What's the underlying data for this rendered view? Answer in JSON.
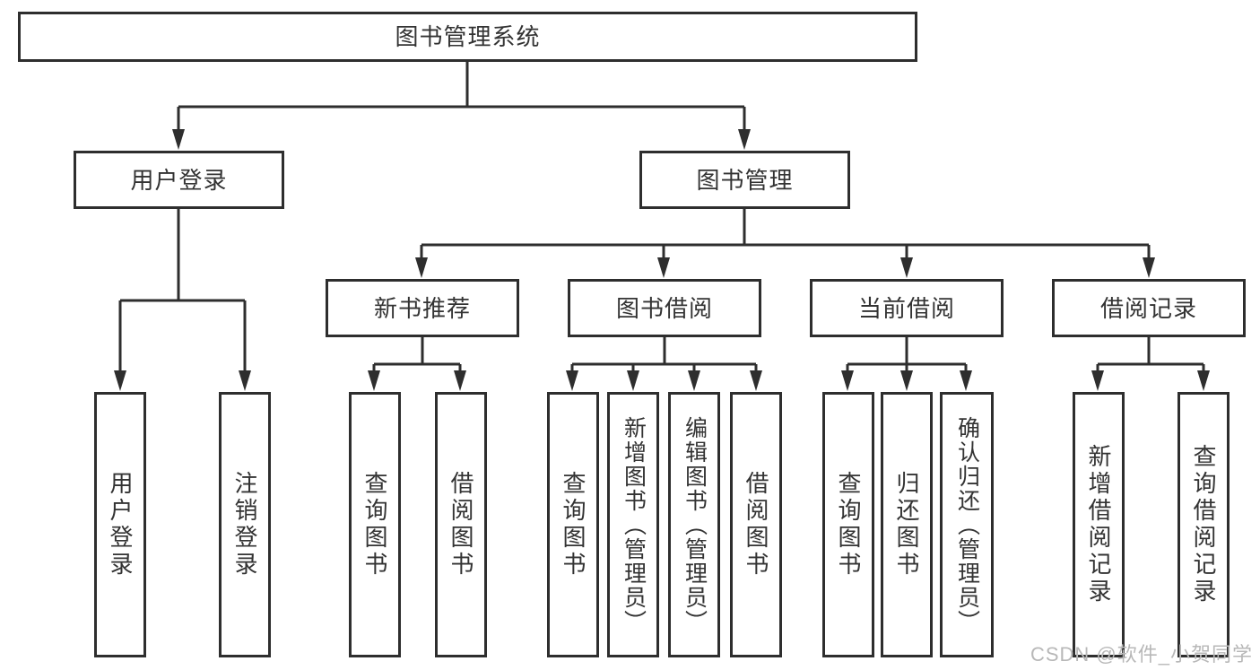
{
  "nodes": {
    "root": {
      "label": "图书管理系统"
    },
    "level2": [
      {
        "label": "用户登录"
      },
      {
        "label": "图书管理"
      }
    ],
    "level3": [
      {
        "label": "新书推荐"
      },
      {
        "label": "图书借阅"
      },
      {
        "label": "当前借阅"
      },
      {
        "label": "借阅记录"
      }
    ],
    "leaves_user": [
      {
        "label": "用户登录"
      },
      {
        "label": "注销登录"
      }
    ],
    "leaves_recommend": [
      {
        "label": "查询图书"
      },
      {
        "label": "借阅图书"
      }
    ],
    "leaves_borrow": [
      {
        "label": "查询图书"
      },
      {
        "label": "新增图书（管理员）"
      },
      {
        "label": "编辑图书（管理员）"
      },
      {
        "label": "借阅图书"
      }
    ],
    "leaves_current": [
      {
        "label": "查询图书"
      },
      {
        "label": "归还图书"
      },
      {
        "label": "确认归还（管理员）"
      }
    ],
    "leaves_records": [
      {
        "label": "新增借阅记录"
      },
      {
        "label": "查询借阅记录"
      }
    ]
  },
  "watermark": {
    "text": "CSDN @软件_小贺同学"
  },
  "colors": {
    "line": "#2e2e2e",
    "border": "#2e2e2e",
    "text": "#333333",
    "watermark": "#b8b8b8",
    "background": "#ffffff"
  }
}
